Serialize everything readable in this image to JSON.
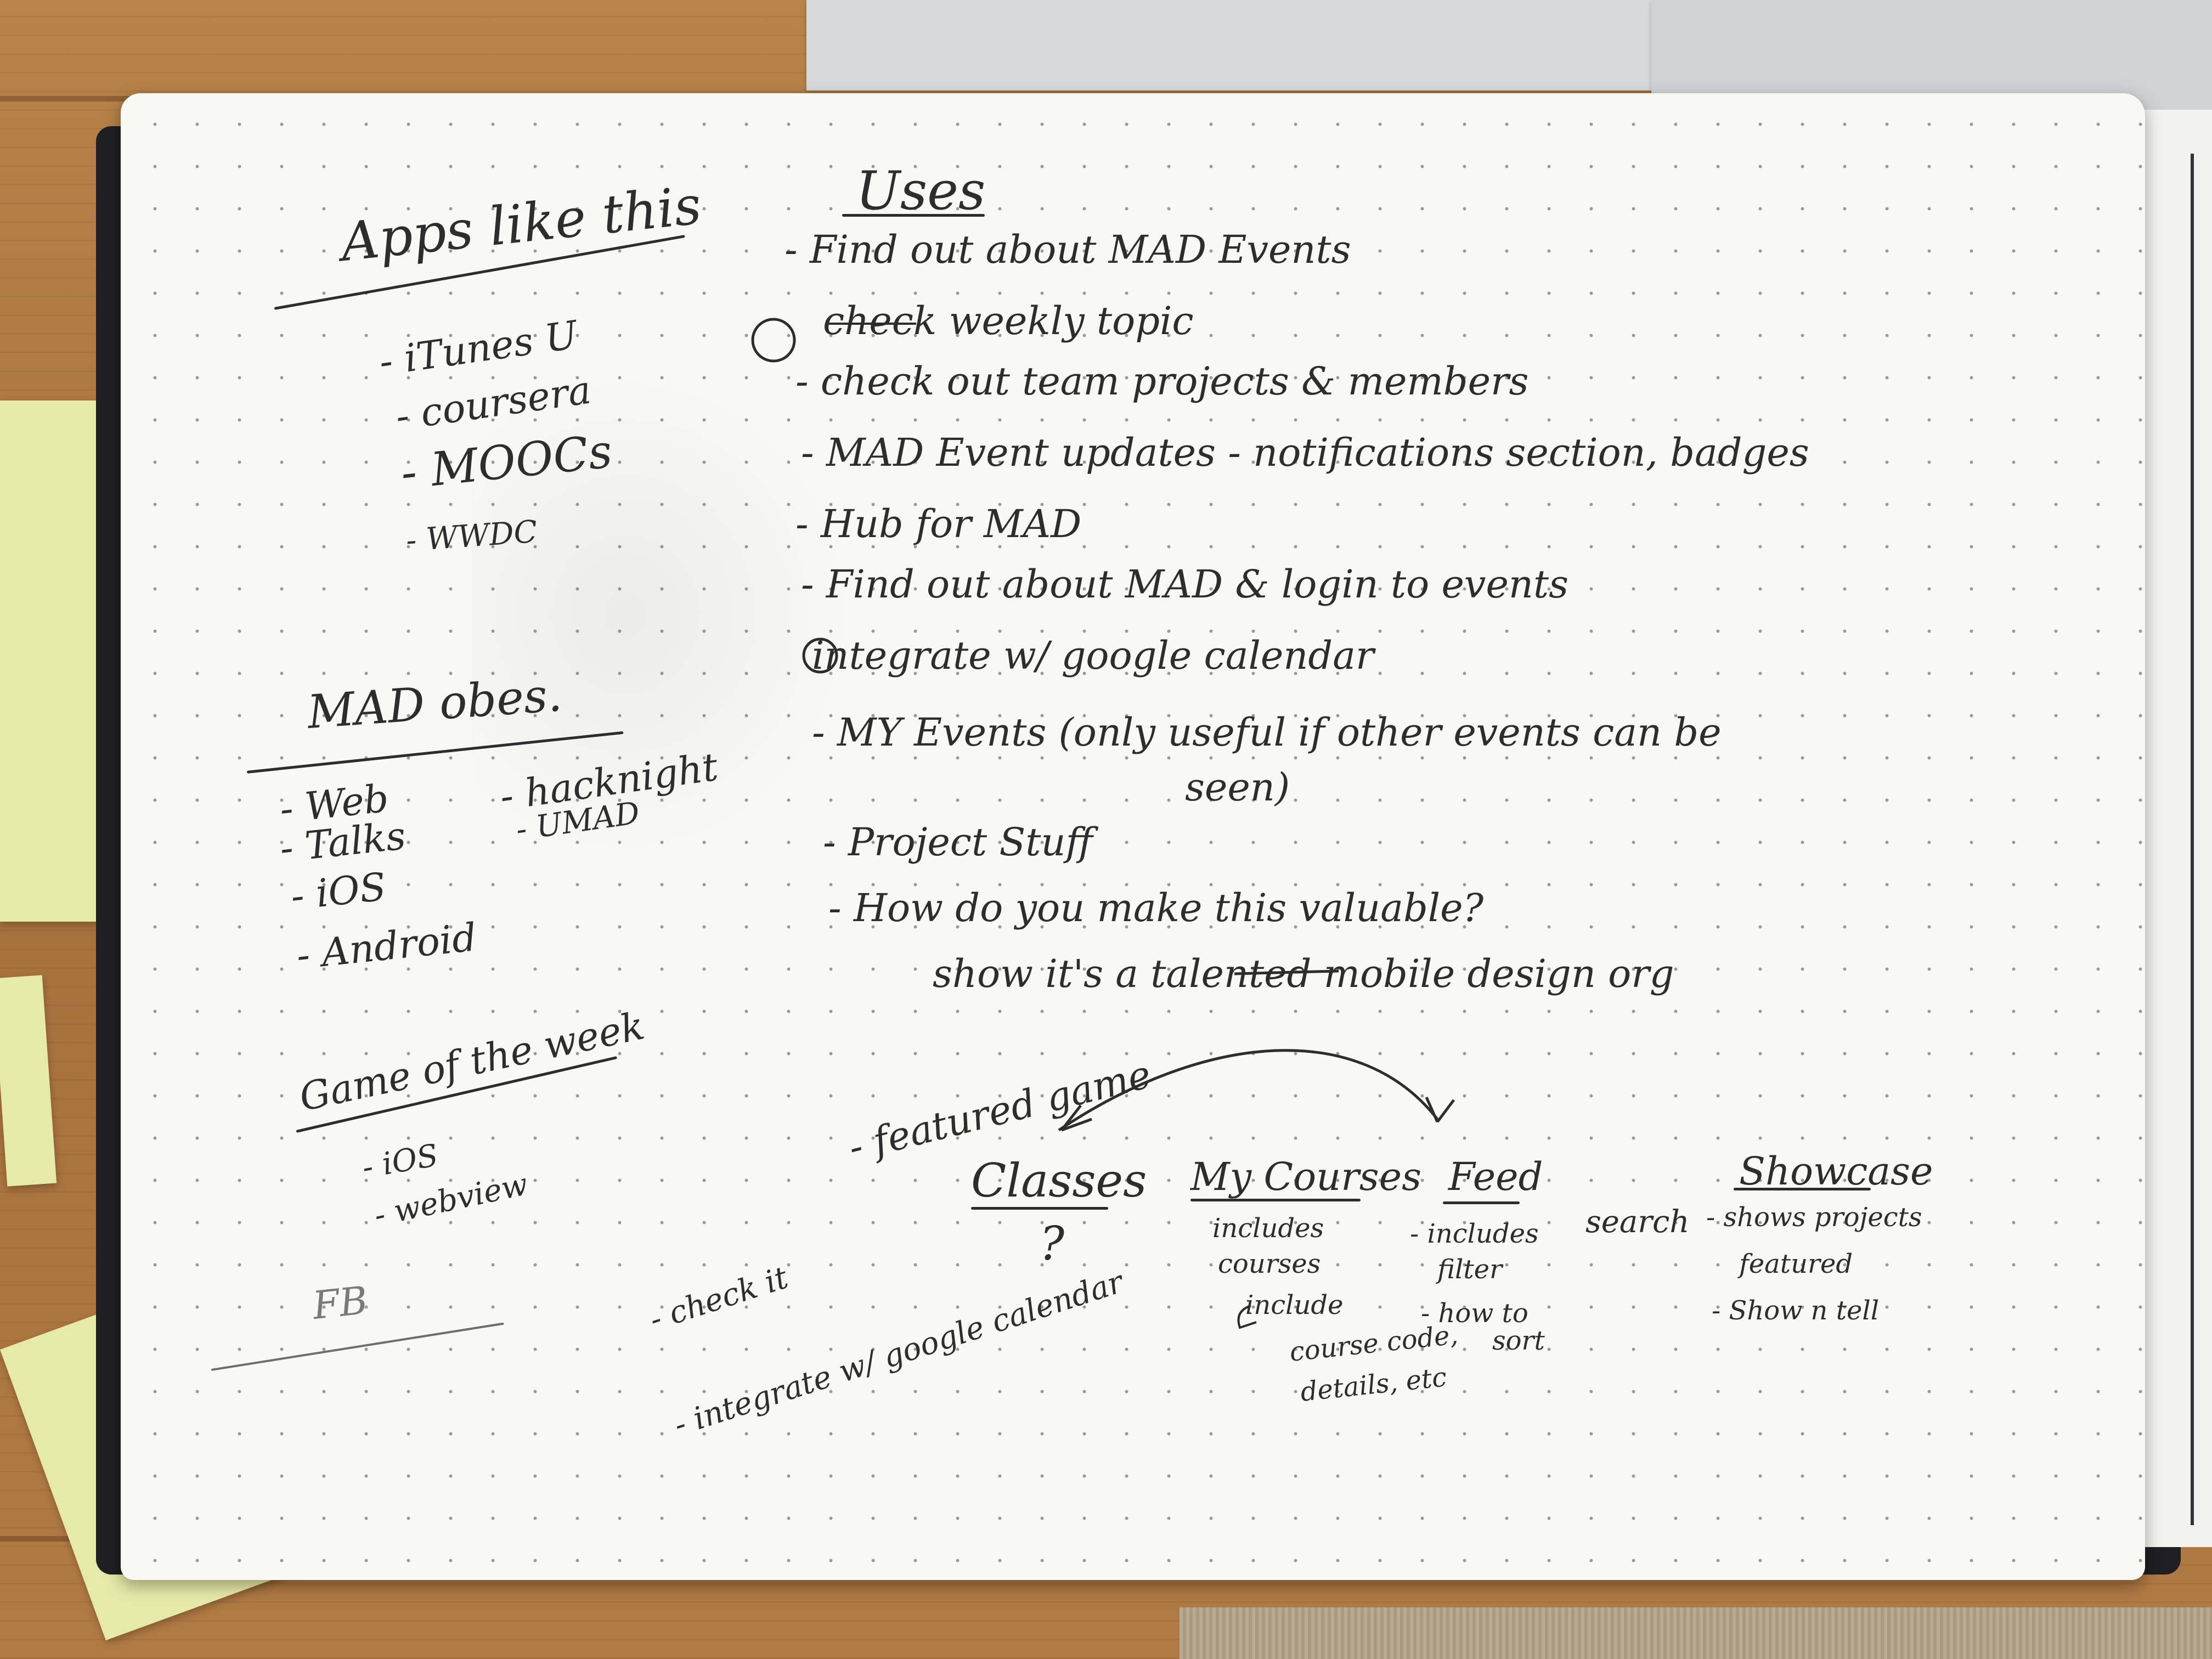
{
  "notebook": {
    "apps_like_this": {
      "heading": "Apps like this",
      "items": [
        "- iTunes U",
        "- coursera",
        "- MOOCs",
        "- WWDC"
      ]
    },
    "mad_obes": {
      "heading": "MAD obes.",
      "col1": [
        "- Web",
        "- Talks",
        "- iOS",
        "- Android"
      ],
      "col2": [
        "- hacknight",
        "- UMAD"
      ]
    },
    "game_of_week": {
      "heading": "Game of the week",
      "items": [
        "- iOS",
        "- webview"
      ]
    },
    "fb": {
      "label": "FB"
    },
    "uses": {
      "heading": "Uses",
      "items": [
        "- Find out about MAD Events",
        "check weekly topic",
        "- check out team projects & members",
        "- MAD Event updates - notifications section, badges",
        "- Hub for MAD",
        "- Find out about MAD & login to events",
        "integrate w/ google calendar",
        "- MY Events (only useful if other events can be",
        "seen)",
        "- Project Stuff",
        "- How do you make this valuable?",
        "show it's a talented mobile design org"
      ]
    },
    "featured_game": "- featured game",
    "check_it": "- check it",
    "integrate": "- integrate w/ google calendar",
    "sections": {
      "classes": {
        "title": "Classes",
        "note": "?"
      },
      "my_courses": {
        "title": "My Courses",
        "notes": [
          "includes",
          "courses",
          "include",
          "course code,",
          "details, etc"
        ]
      },
      "feed": {
        "title": "Feed",
        "notes": [
          "- includes",
          "filter",
          "- how to",
          "sort"
        ]
      },
      "search": "search",
      "showcase": {
        "title": "Showcase",
        "notes": [
          "- shows projects",
          "featured",
          "- Show n tell"
        ]
      }
    },
    "sticky_notes": {
      "bottom_left": [
        "list",
        "list"
      ]
    }
  }
}
